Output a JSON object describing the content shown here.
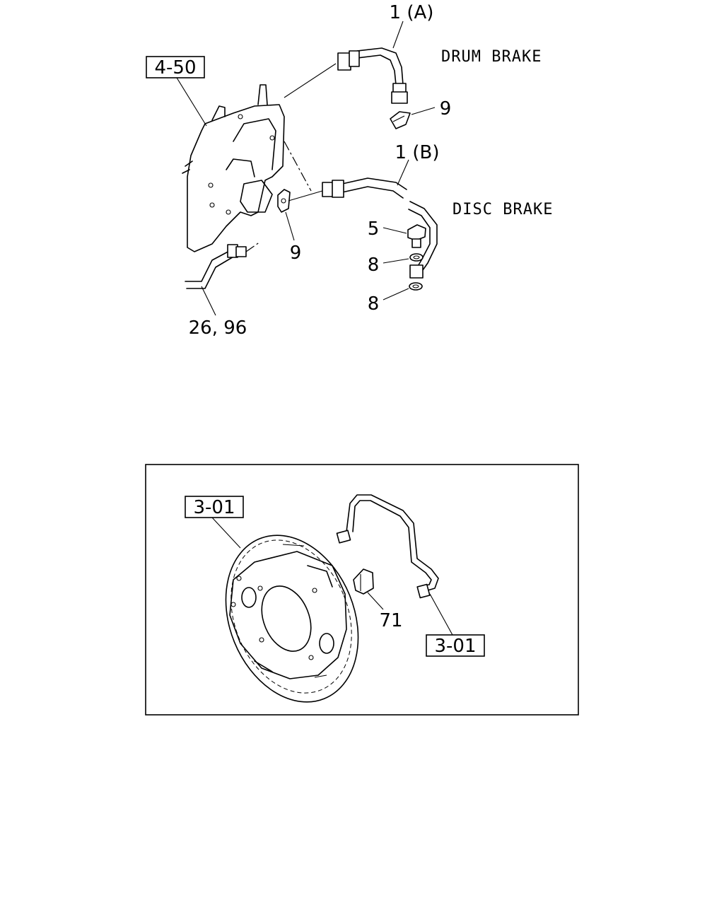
{
  "callouts": {
    "hose_a": "1 (A)",
    "hose_b": "1 (B)",
    "clip_top": "9",
    "clip_mid": "9",
    "bolt": "5",
    "washer_top": "8",
    "washer_bottom": "8",
    "pipe": "26, 96",
    "clip_plate": "71"
  },
  "notes": {
    "drum": "DRUM BRAKE",
    "disc": "DISC BRAKE"
  },
  "refs": {
    "frame": "4-50",
    "backing_plate": "3-01",
    "brake_pipe": "3-01"
  }
}
